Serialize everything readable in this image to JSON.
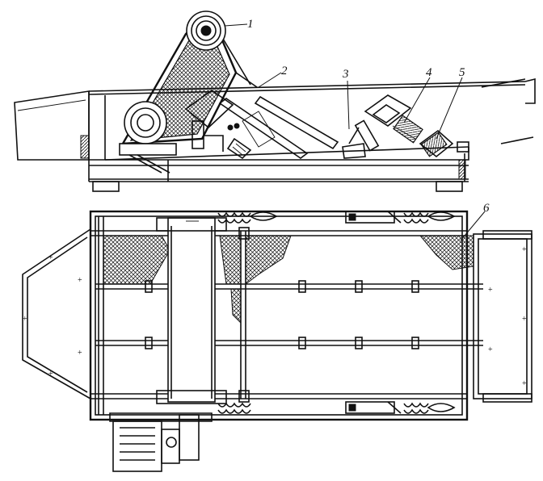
{
  "figure": {
    "callouts": [
      {
        "id": "c1",
        "label": "1"
      },
      {
        "id": "c2",
        "label": "2"
      },
      {
        "id": "c3",
        "label": "3"
      },
      {
        "id": "c4",
        "label": "4"
      },
      {
        "id": "c5",
        "label": "5"
      },
      {
        "id": "c6",
        "label": "6"
      }
    ]
  },
  "style": {
    "line_color": "#111111",
    "background": "#ffffff"
  }
}
